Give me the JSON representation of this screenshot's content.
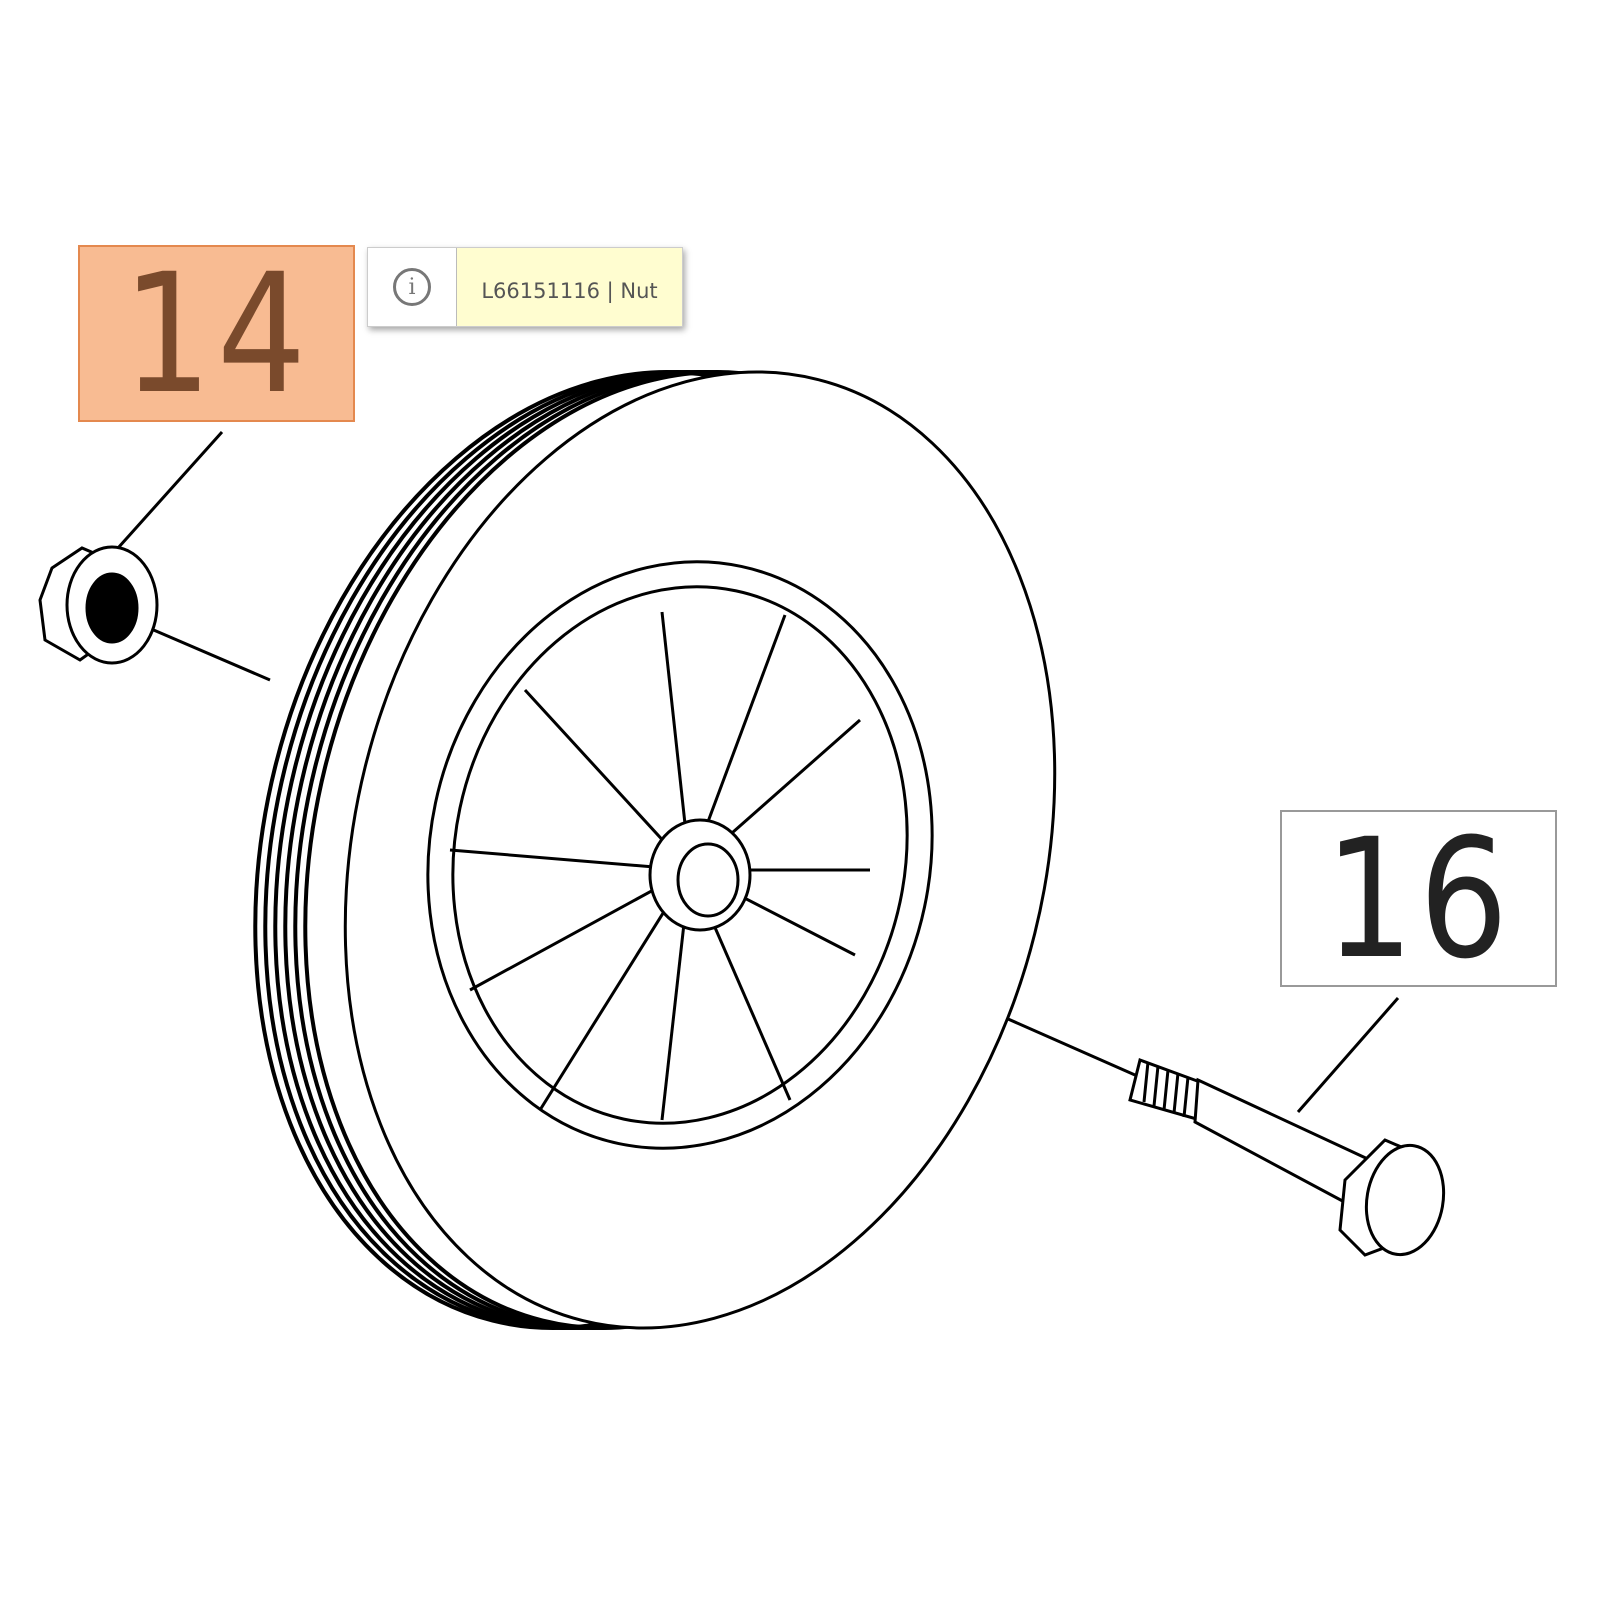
{
  "callouts": [
    {
      "number": "14",
      "highlighted": true
    },
    {
      "number": "16",
      "highlighted": false
    }
  ],
  "tooltip": {
    "icon": "info-icon",
    "text": "L66151116 | Nut"
  },
  "colors": {
    "highlight_fill": "#f8bb92",
    "highlight_border": "#e4894f",
    "tooltip_bg": "#fffdd0"
  }
}
